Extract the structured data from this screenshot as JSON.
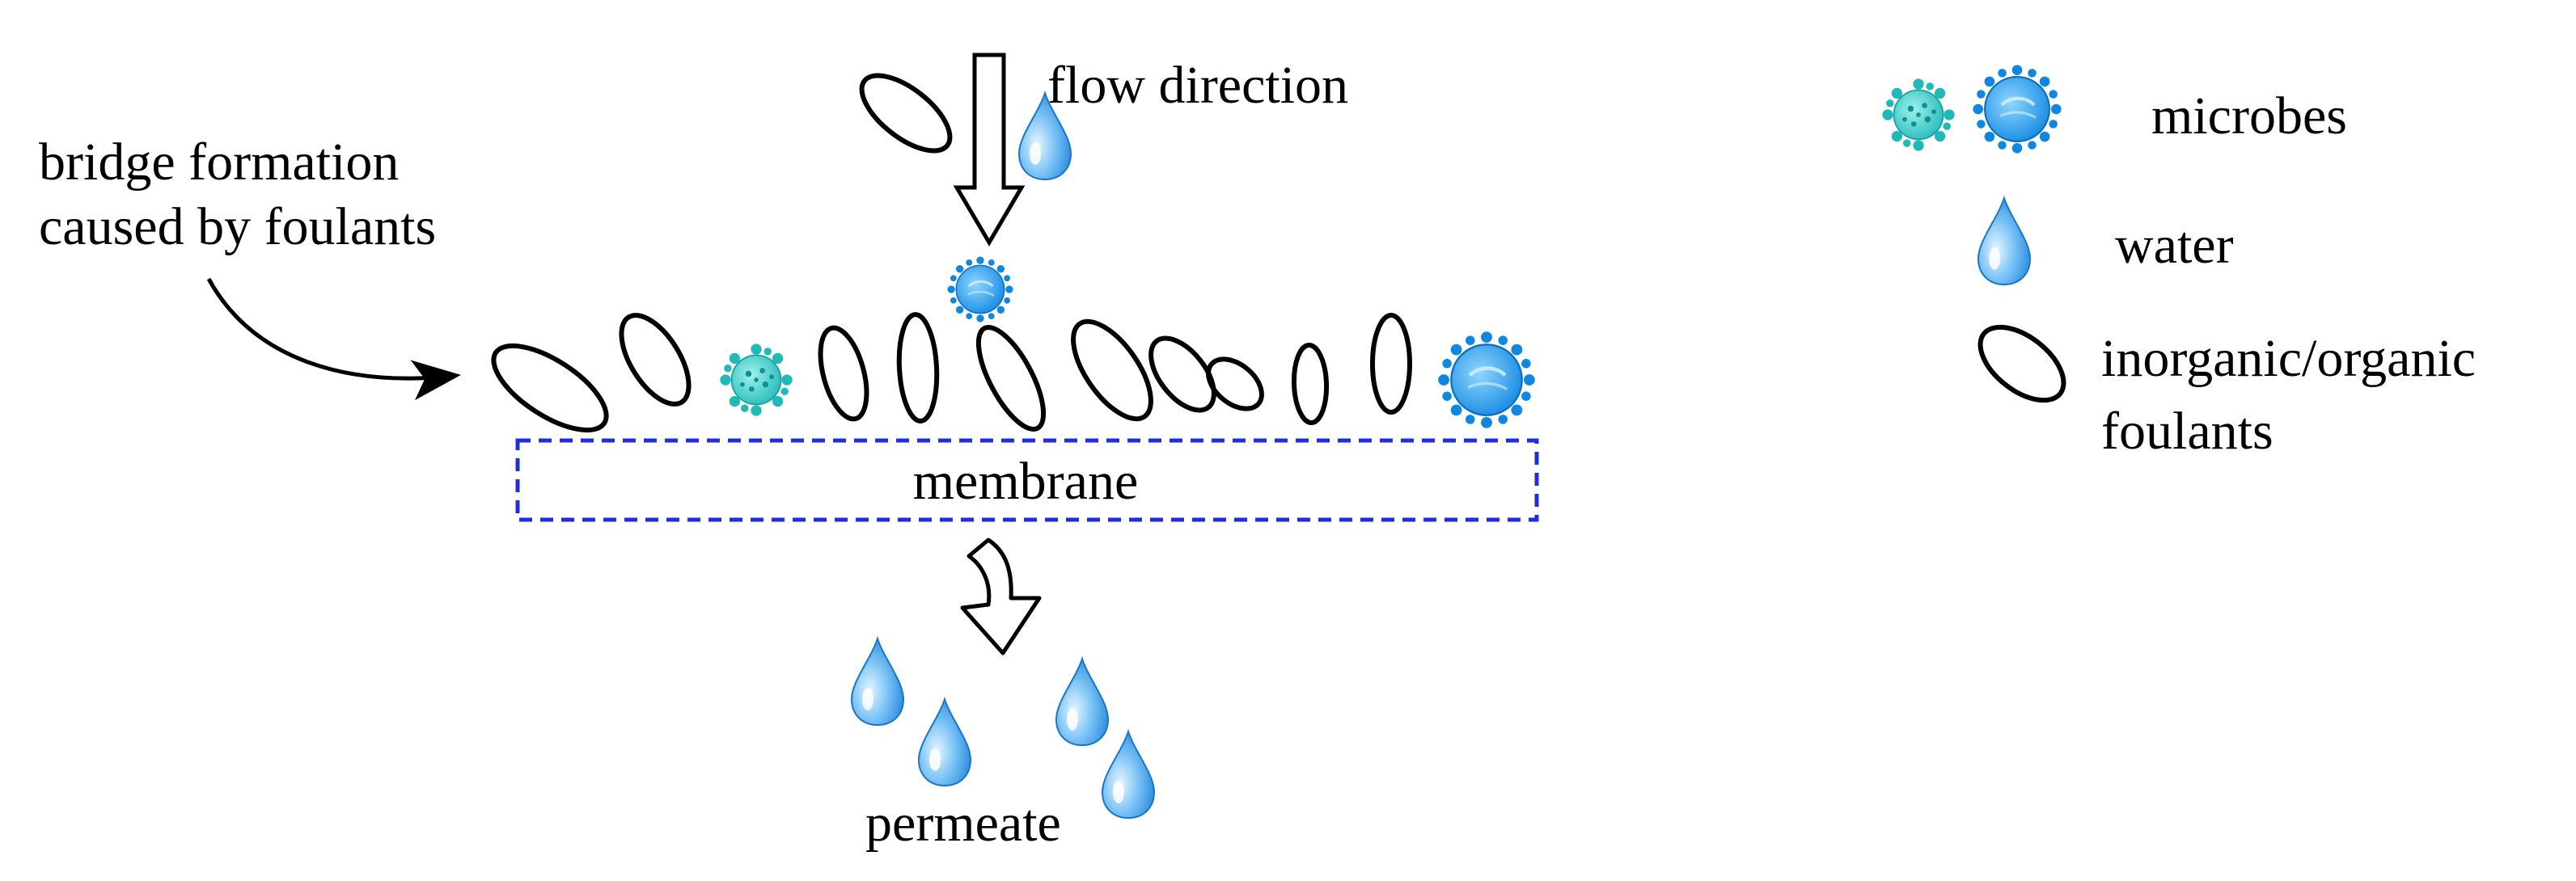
{
  "labels": {
    "flow_direction": "flow direction",
    "bridge_line1": "bridge formation",
    "bridge_line2": "caused by foulants",
    "membrane": "membrane",
    "permeate": "permeate"
  },
  "legend": {
    "microbes": "microbes",
    "water": "water",
    "foulants_line1": "inorganic/organic",
    "foulants_line2": "foulants"
  },
  "colors": {
    "membrane_border": "#1f2fd9",
    "microbe_teal": "#27c9c9",
    "microbe_blue": "#1296e8",
    "water_drop": "#3fa0ee",
    "outline": "#000000"
  },
  "icons": [
    "microbe-teal-icon",
    "microbe-blue-icon",
    "water-drop-icon",
    "foulant-ellipse-icon",
    "down-arrow-icon",
    "curved-arrow-icon"
  ]
}
